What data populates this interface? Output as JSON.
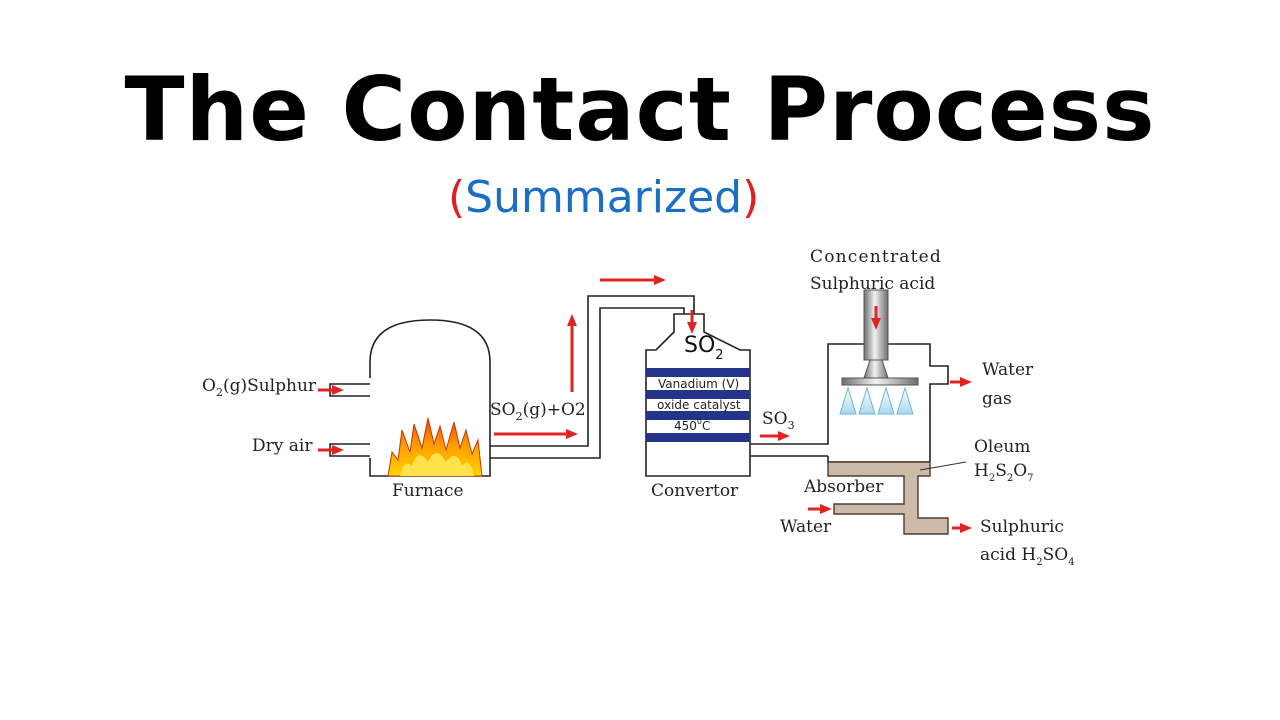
{
  "title": "The Contact Process",
  "subtitle": {
    "open": "(",
    "word": "Summarized",
    "close": ")"
  },
  "labels": {
    "o2_main": "O",
    "o2_sub": "2",
    "o2_rest": "(g)Sulphur",
    "dry_air": "Dry air",
    "furnace": "Furnace",
    "so2g_a": "SO",
    "so2g_sub": "2",
    "so2g_rest": "(g)+O2",
    "so2_top": "SO",
    "so2_top_sub": "2",
    "catalyst_1": "Vanadium (V)",
    "catalyst_2": "oxide catalyst",
    "temp": "450",
    "temp_sup": "0",
    "temp_unit": "C",
    "convertor": "Convertor",
    "so3_main": "SO",
    "so3_sub": "3",
    "conc_1": "Concentrated",
    "conc_2": "Sulphuric acid",
    "water_gas_1": "Water",
    "water_gas_2": "gas",
    "oleum": "Oleum",
    "h2s2o7_h": "H",
    "h2s2o7_2a": "2",
    "h2s2o7_s": "S",
    "h2s2o7_2b": "2",
    "h2s2o7_o": "O",
    "h2s2o7_7": "7",
    "absorber": "Absorber",
    "water_in": "Water",
    "acid_1": "Sulphuric",
    "acid_2a": "acid H",
    "acid_2sub": "2",
    "acid_2b": "SO",
    "acid_4": "4"
  },
  "colors": {
    "arrow": "#e02424",
    "catalyst_band": "#24348a",
    "oleum_fill": "#cbbba8",
    "spray": "#a8d8ee",
    "title": "#000000",
    "subtitle_word": "#1a6ec4",
    "subtitle_paren": "#e02020"
  }
}
